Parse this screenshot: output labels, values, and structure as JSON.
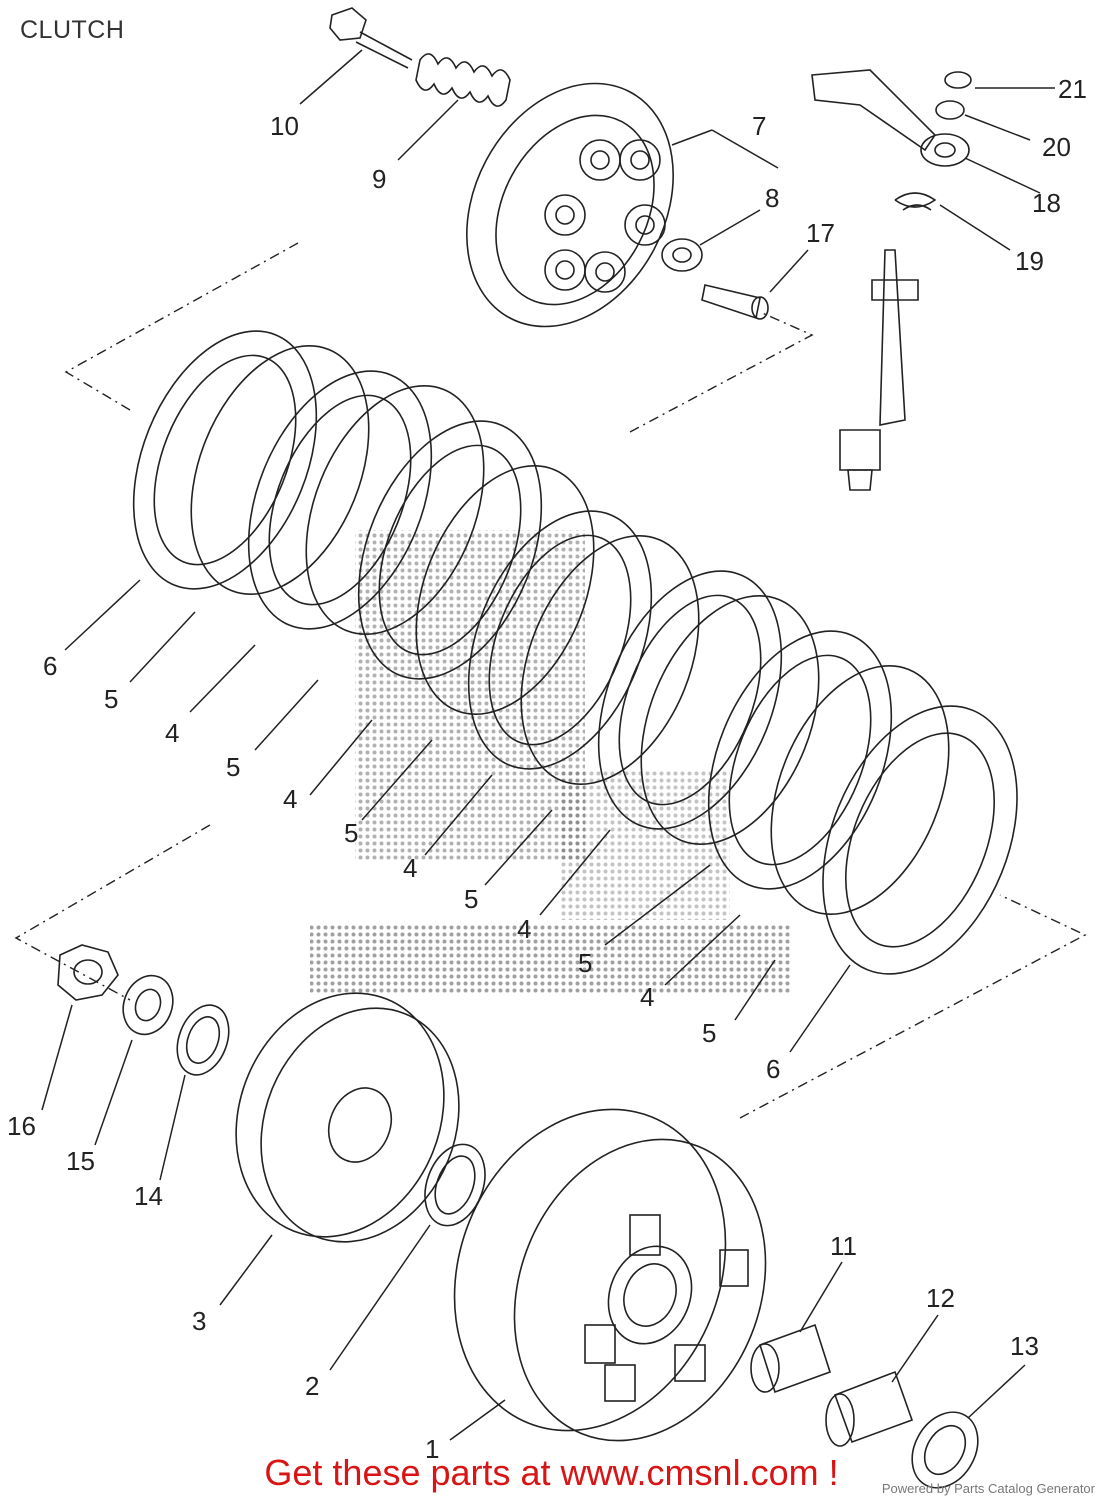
{
  "title": "CLUTCH",
  "callouts": [
    "1",
    "2",
    "3",
    "4",
    "5",
    "6",
    "7",
    "8",
    "9",
    "10",
    "11",
    "12",
    "13",
    "14",
    "15",
    "16",
    "17",
    "18",
    "19",
    "20",
    "21"
  ],
  "footer": {
    "promo_text": "Get these parts at www.cmsnl.com !",
    "powered_by": "Powered by Parts Catalog Generator"
  },
  "colors": {
    "line": "#222222",
    "promo": "#d81414"
  }
}
